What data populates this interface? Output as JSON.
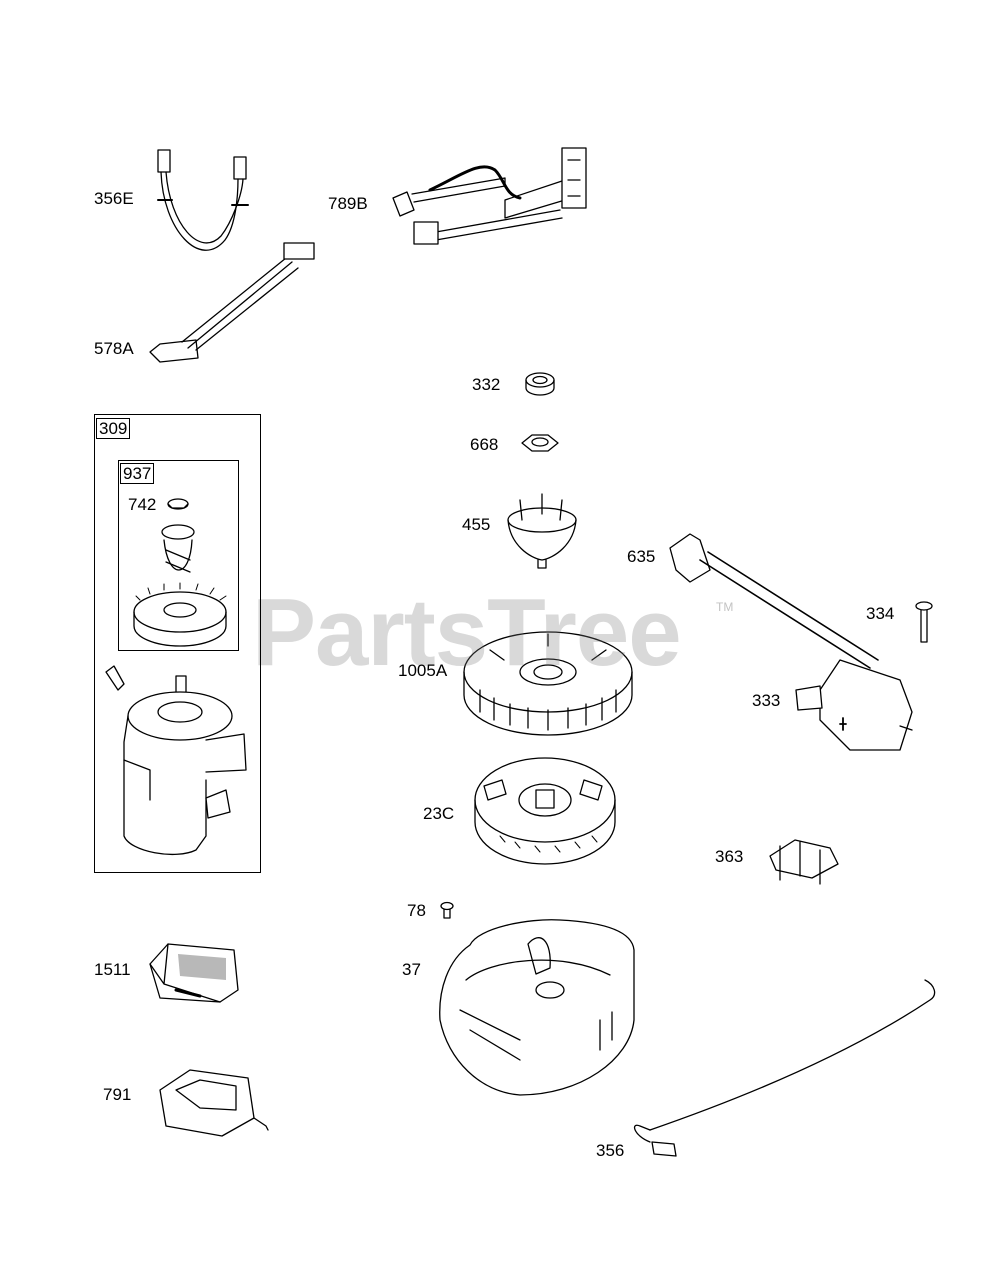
{
  "watermark": {
    "text": "PartsTree",
    "mark": "TM"
  },
  "callouts": {
    "p356E": "356E",
    "p789B": "789B",
    "p578A": "578A",
    "p332": "332",
    "p668": "668",
    "p455": "455",
    "p635": "635",
    "p334": "334",
    "p1005A": "1005A",
    "p333": "333",
    "p23C": "23C",
    "p363": "363",
    "p78": "78",
    "p37": "37",
    "p1511": "1511",
    "p791": "791",
    "p356": "356"
  },
  "assemblies": {
    "outer": "309",
    "inner": "937",
    "p742": "742"
  }
}
